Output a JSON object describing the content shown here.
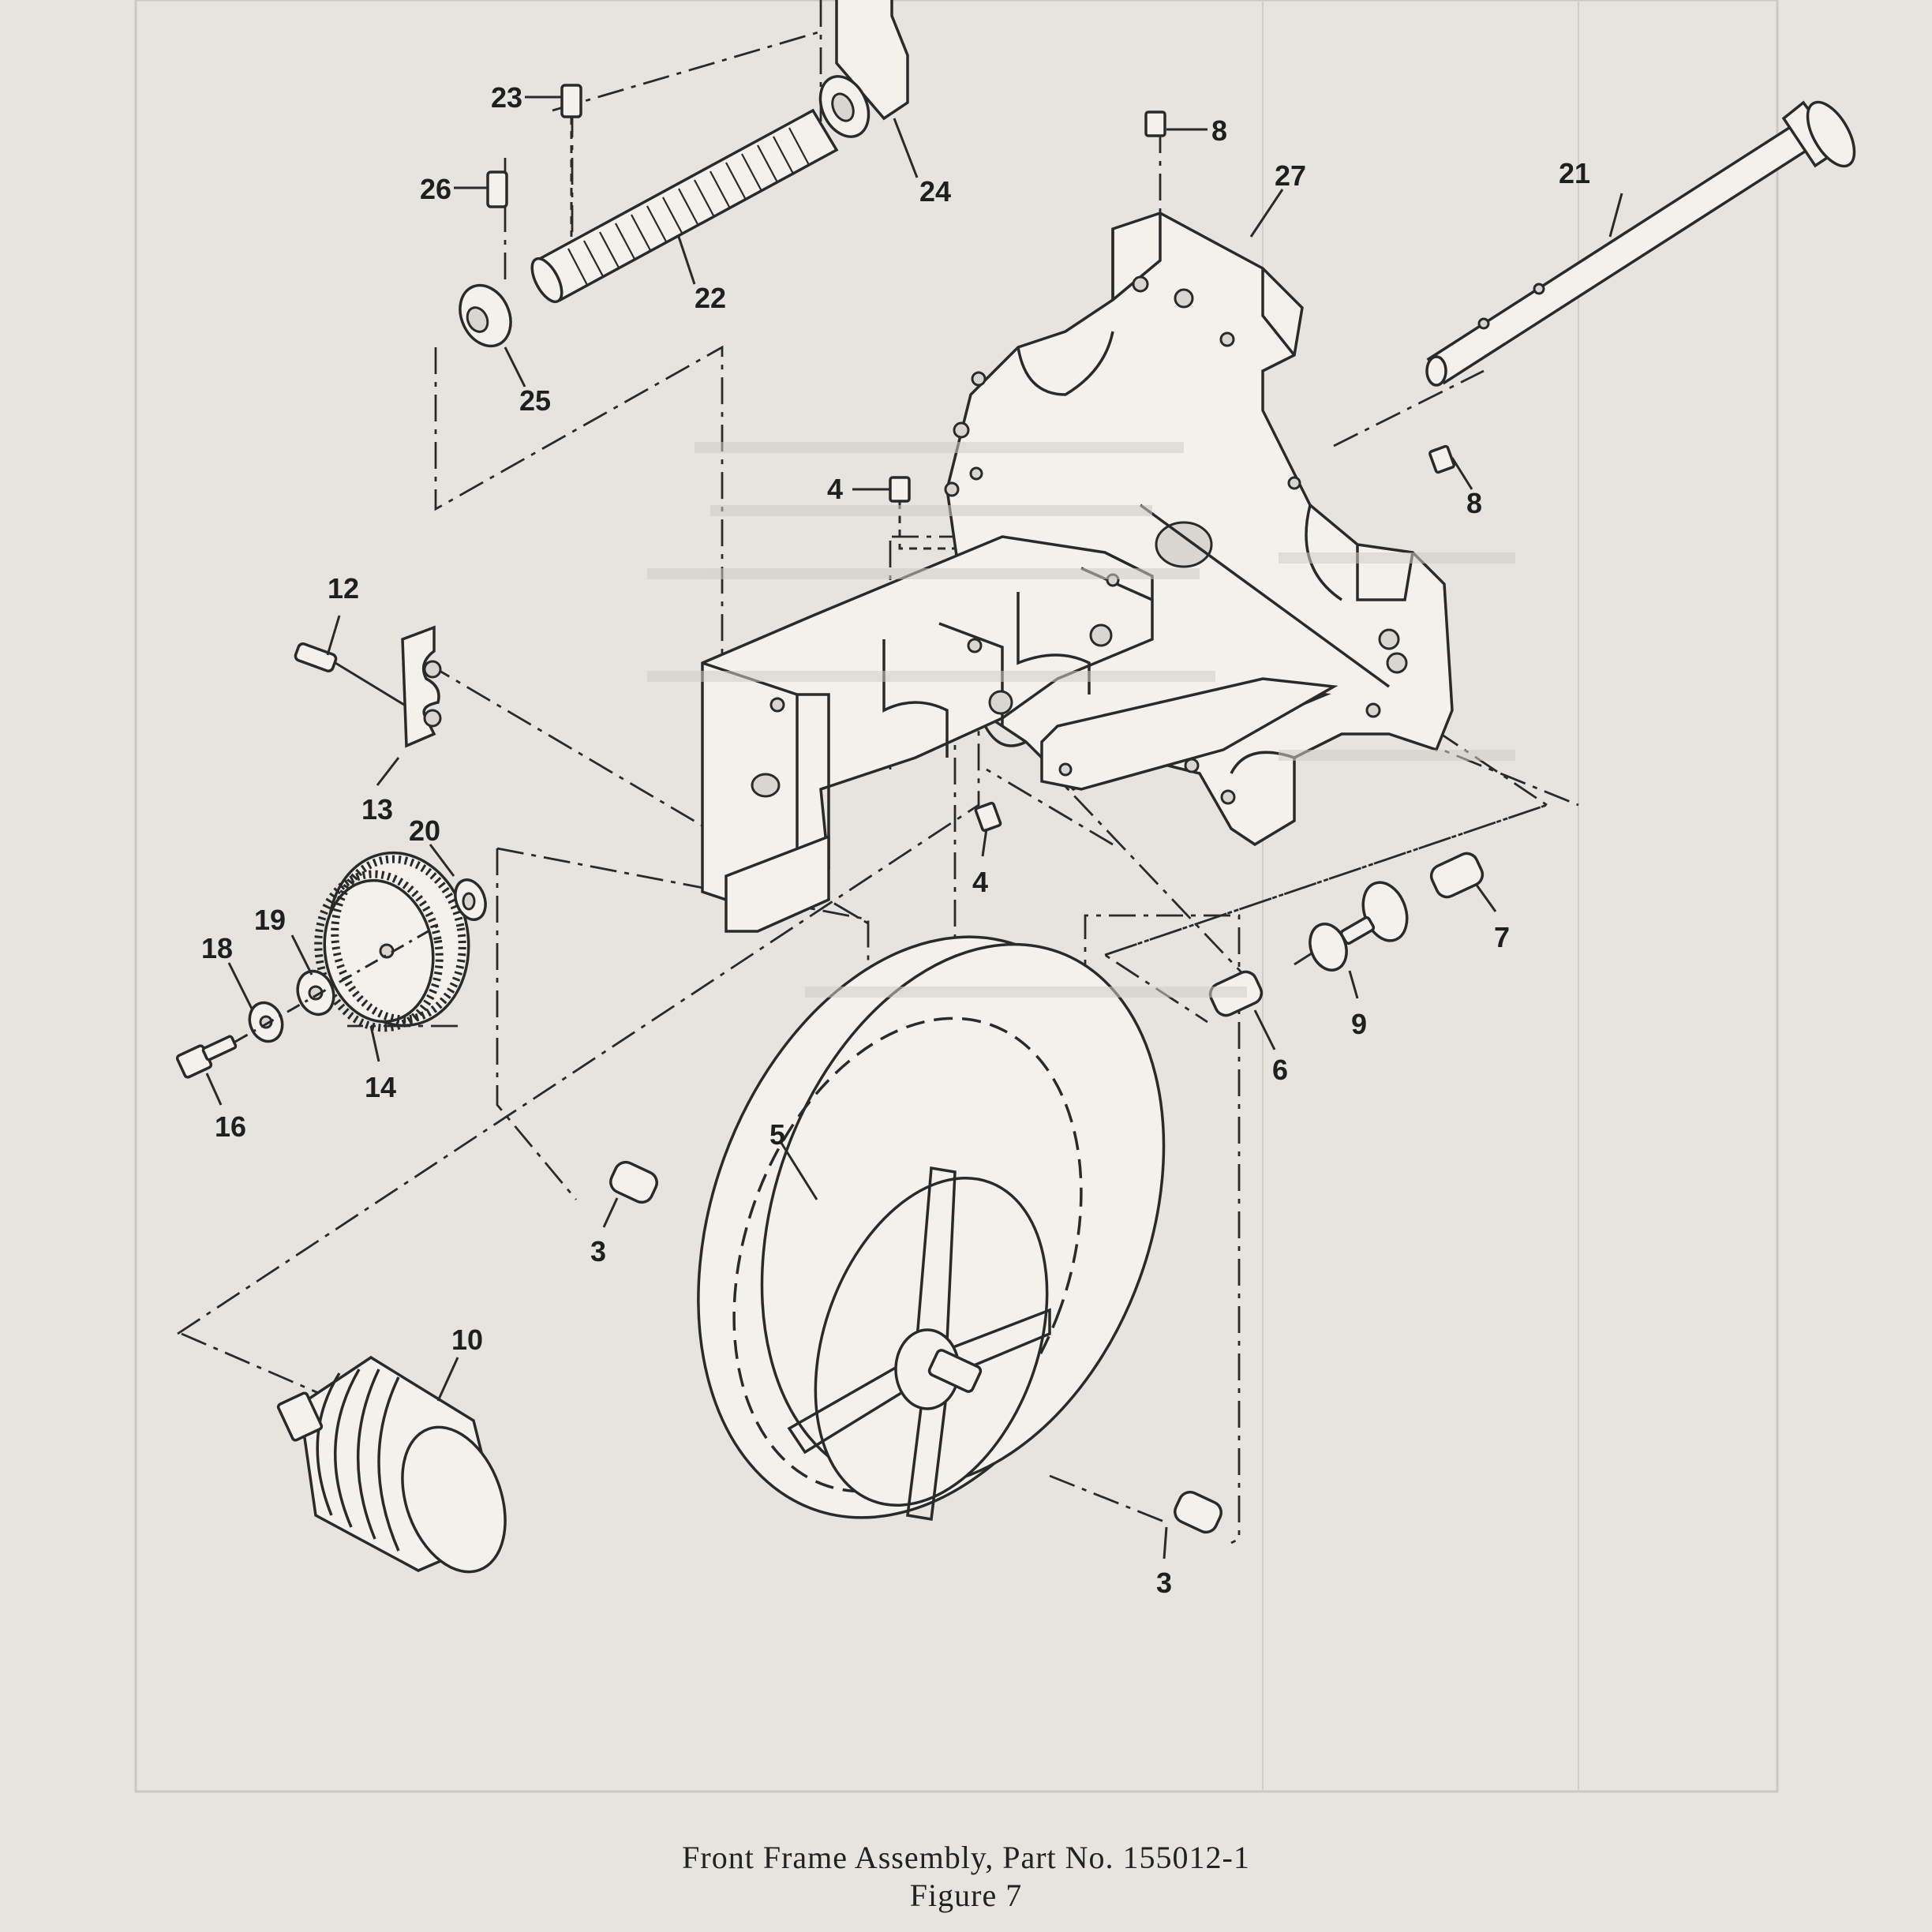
{
  "caption": {
    "title": "Front Frame Assembly, Part No. 155012-1",
    "figure": "Figure 7"
  },
  "callouts": {
    "c3a": "3",
    "c3b": "3",
    "c4a": "4",
    "c4b": "4",
    "c5": "5",
    "c6": "6",
    "c7": "7",
    "c8a": "8",
    "c8b": "8",
    "c9": "9",
    "c10": "10",
    "c12": "12",
    "c13": "13",
    "c14": "14",
    "c16": "16",
    "c18": "18",
    "c19": "19",
    "c20": "20",
    "c21": "21",
    "c22": "22",
    "c23": "23",
    "c24": "24",
    "c25": "25",
    "c26": "26",
    "c27": "27"
  },
  "colors": {
    "paper": "#e6e4df",
    "ink": "#2a2a2a"
  }
}
